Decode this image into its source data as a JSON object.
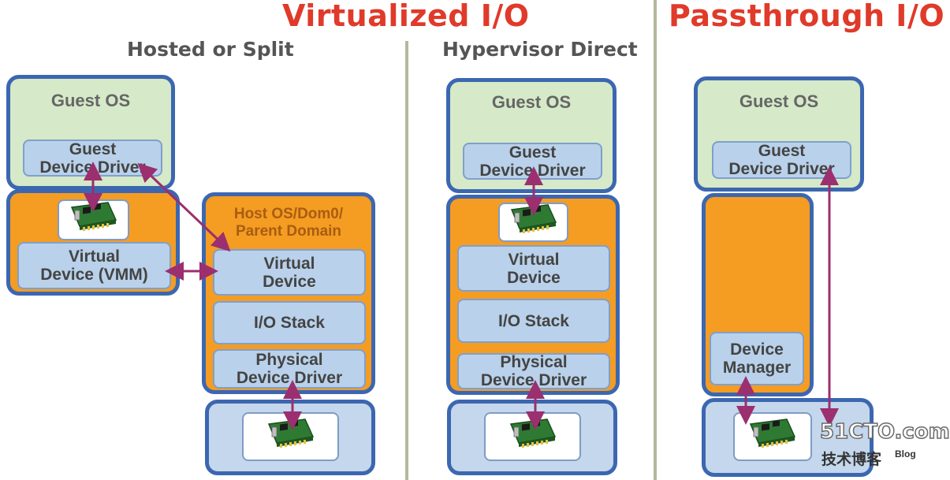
{
  "headings": {
    "virtualized": "Virtualized I/O",
    "passthrough": "Passthrough I/O",
    "hosted": "Hosted or Split",
    "hypervisor": "Hypervisor Direct"
  },
  "hosted": {
    "guest_title": "Guest OS",
    "guest_driver": "Guest\nDevice Driver",
    "virtual_device_vmm": "Virtual\nDevice (VMM)",
    "host_title": "Host OS/Dom0/\nParent Domain",
    "virtual_device": "Virtual\nDevice",
    "io_stack": "I/O Stack",
    "physical_driver": "Physical\nDevice Driver"
  },
  "direct": {
    "guest_title": "Guest OS",
    "guest_driver": "Guest\nDevice Driver",
    "virtual_device": "Virtual\nDevice",
    "io_stack": "I/O Stack",
    "physical_driver": "Physical\nDevice Driver"
  },
  "passthrough": {
    "guest_title": "Guest OS",
    "guest_driver": "Guest\nDevice Driver",
    "device_manager": "Device\nManager"
  },
  "watermark": {
    "site": "51CTO.com",
    "blog_cn": "技术博客",
    "blog": "Blog"
  },
  "colors": {
    "heading": "#e03a2a",
    "border": "#3c67b0",
    "guest": "#d6e9c8",
    "hypervisor": "#f59c22",
    "component": "#b9d1ea",
    "arrow": "#9b2f6f"
  },
  "icons": [
    "network-card-icon"
  ]
}
